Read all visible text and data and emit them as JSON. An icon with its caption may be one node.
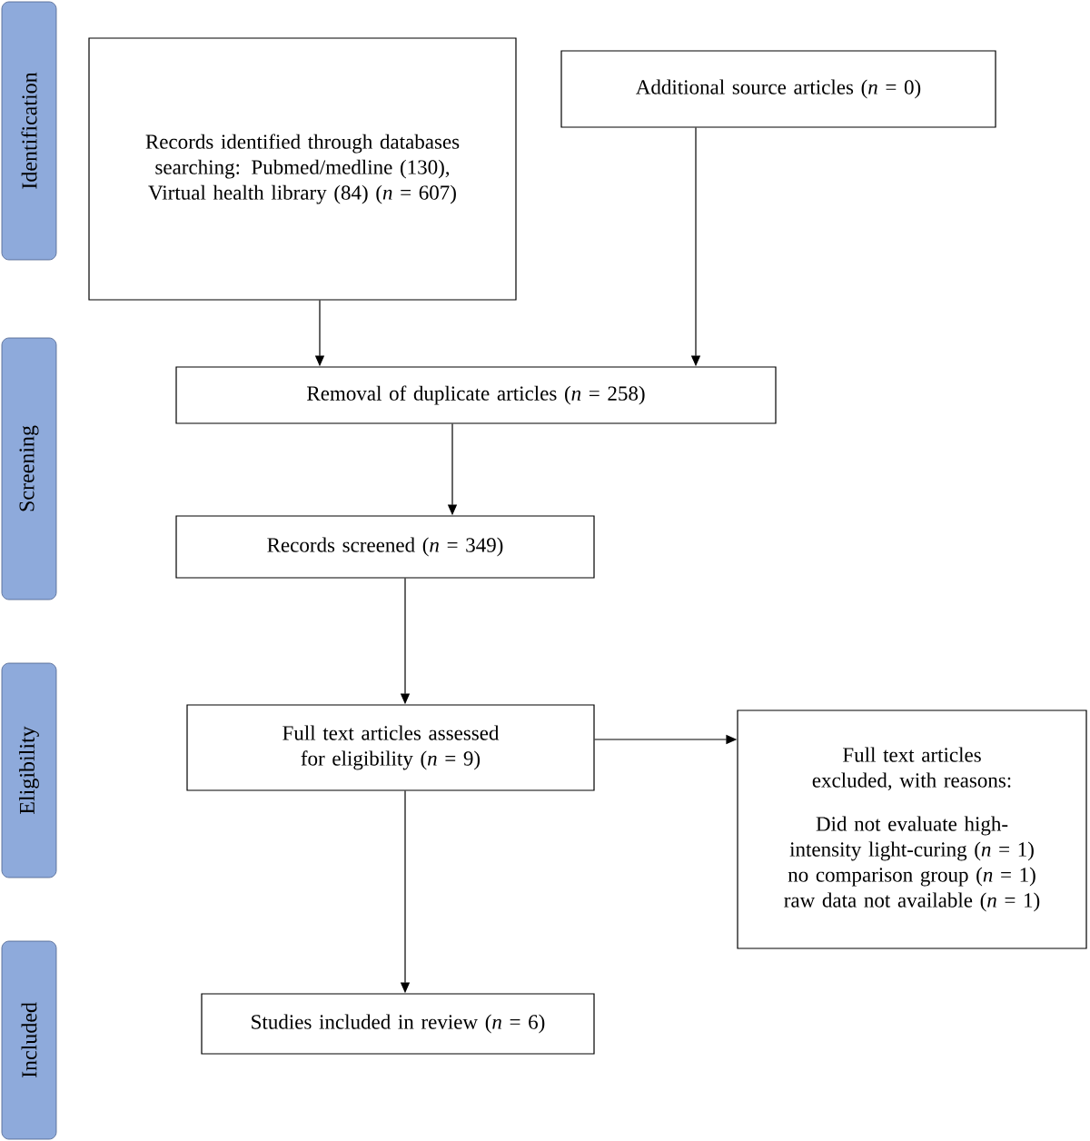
{
  "diagram": {
    "nodes": [
      {
        "text": [
          "Identification"
        ]
      },
      {
        "text": [
          "Screening"
        ]
      },
      {
        "text": [
          "Eligibility"
        ]
      },
      {
        "text": [
          "Included"
        ]
      },
      {
        "text": [
          "Records identified through databases searching: Pubmed/medline (130), Virtual health library (84) (*n* = 607)"
        ]
      },
      {
        "text": [
          "Additional source articles (*n* = 0)"
        ]
      },
      {
        "text": [
          "Removal of duplicate articles (*n* = 258)"
        ]
      },
      {
        "text": [
          "Records screened (*n* = 349)"
        ]
      },
      {
        "text": [
          "Full text articles assessed for eligibility (*n* = 9)"
        ]
      },
      {
        "text": [
          "Full text articles excluded, with reasons:",
          "Did not evaluate high-intensity light-curing (*n* = 1)",
          "no comparison group (*n* = 1)",
          "raw data not available (*n* = 1)"
        ]
      },
      {
        "text": [
          "Studies included in review (*n* = 6)"
        ]
      }
    ],
    "edges": [
      {
        "from": 4,
        "to": 6,
        "arrow": "to"
      },
      {
        "from": 5,
        "to": 6,
        "arrow": "to"
      },
      {
        "from": 6,
        "to": 7,
        "arrow": "to"
      },
      {
        "from": 7,
        "to": 8,
        "arrow": "to"
      },
      {
        "from": 8,
        "to": 9,
        "arrow": "to"
      },
      {
        "from": 8,
        "to": 10,
        "arrow": "to"
      }
    ]
  }
}
